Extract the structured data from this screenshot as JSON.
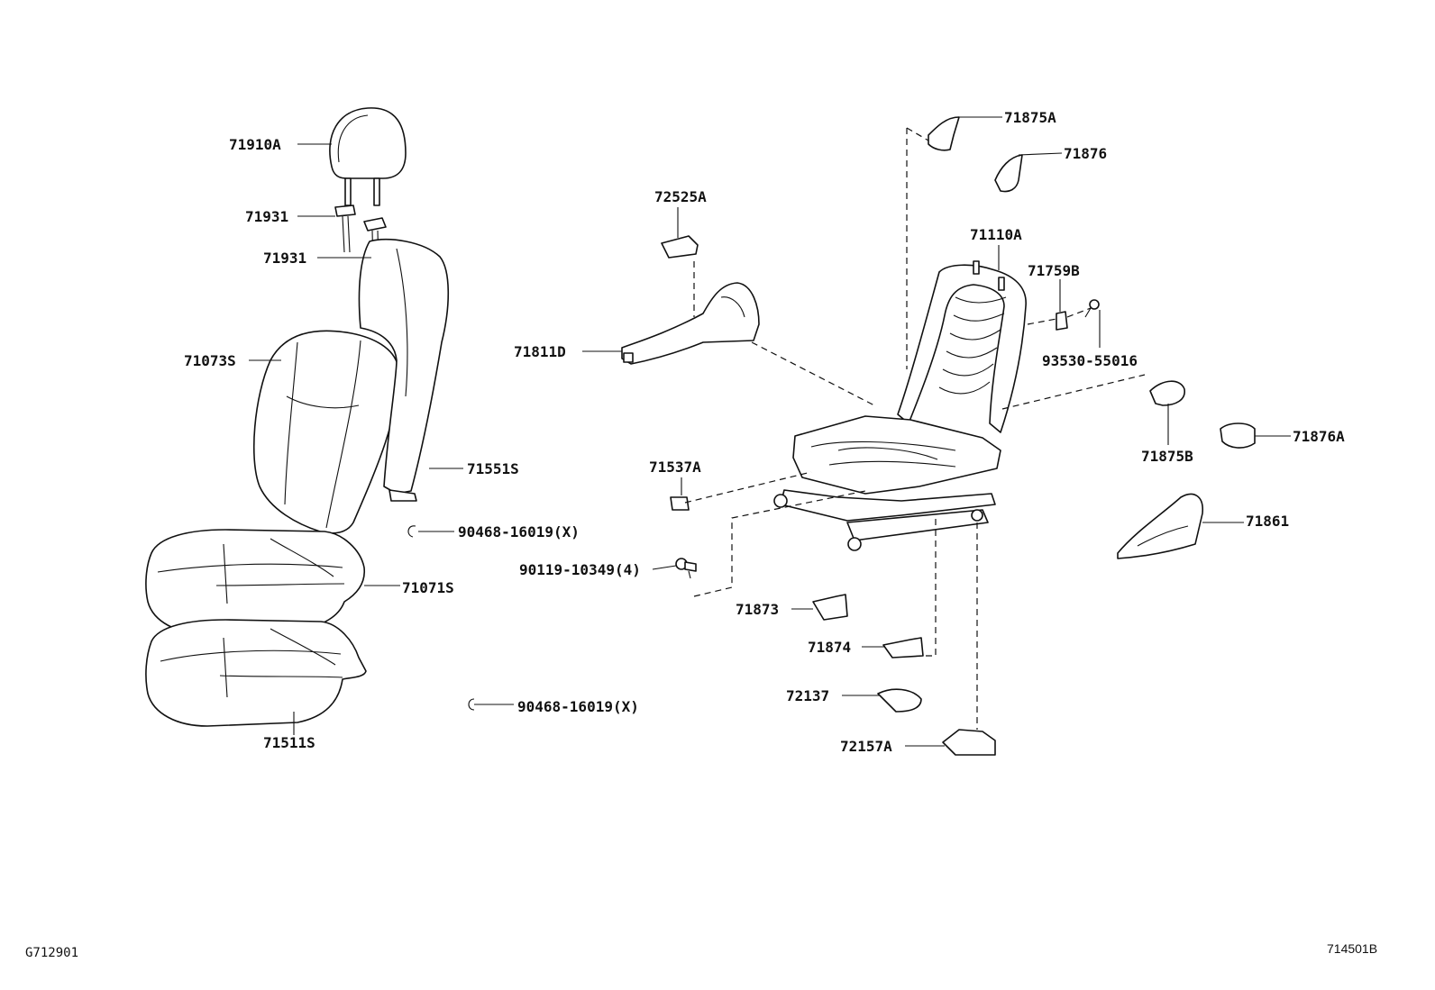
{
  "diagram": {
    "labels": [
      "71910A",
      "71931",
      "71931",
      "71073S",
      "71551S",
      "90468-16019(X)",
      "71071S",
      "71511S",
      "90468-16019(X)",
      "72525A",
      "71811D",
      "71537A",
      "90119-10349(4)",
      "71875A",
      "71876",
      "71110A",
      "71759B",
      "93530-55016",
      "71875B",
      "71876A",
      "71861",
      "71873",
      "71874",
      "72137",
      "72157A"
    ],
    "footer_left": "G712901",
    "footer_right": "714501B"
  }
}
